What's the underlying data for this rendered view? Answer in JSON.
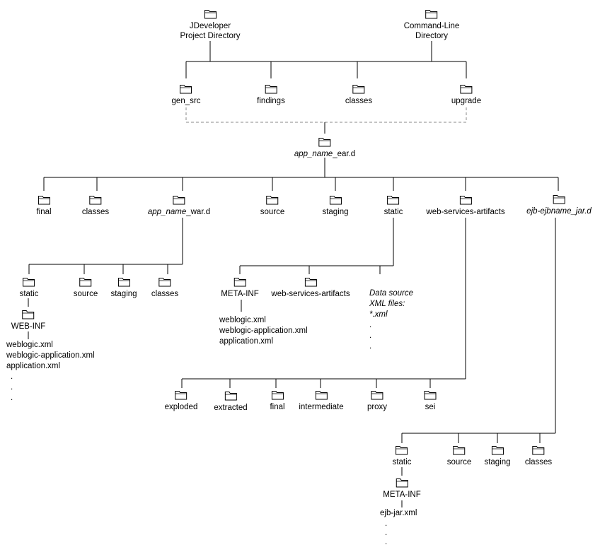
{
  "top": {
    "jdev": {
      "line1": "JDeveloper",
      "line2": "Project Directory"
    },
    "cmd": {
      "line1": "Command-Line",
      "line2": "Directory"
    }
  },
  "level2": {
    "gen_src": "gen_src",
    "findings": "findings",
    "classes": "classes",
    "upgrade": "upgrade"
  },
  "ear": {
    "italic": "app_name",
    "suffix": "_ear.d"
  },
  "ear_children": {
    "final": "final",
    "classes": "classes",
    "war_italic": "app_name",
    "war_suffix": "_war.d",
    "source": "source",
    "staging": "staging",
    "static": "static",
    "wsa": "web-services-artifacts",
    "ejb": "ejb-ejbname_jar.d"
  },
  "war_children": {
    "static": "static",
    "source": "source",
    "staging": "staging",
    "classes": "classes",
    "webinf": "WEB-INF"
  },
  "war_files": [
    "weblogic.xml",
    "weblogic-application.xml",
    "application.xml",
    ".",
    ".",
    "."
  ],
  "static_children": {
    "metainf": "META-INF",
    "wsa": "web-services-artifacts"
  },
  "static_files": [
    "weblogic.xml",
    "weblogic-application.xml",
    "application.xml"
  ],
  "datasource": [
    "Data source",
    "XML files:",
    "*.xml",
    ".",
    ".",
    "."
  ],
  "wsa_children": {
    "exploded": "exploded",
    "extracted": "extracted",
    "final": "final",
    "intermediate": "intermediate",
    "proxy": "proxy",
    "sei": "sei"
  },
  "ejb_children": {
    "static": "static",
    "source": "source",
    "staging": "staging",
    "classes": "classes",
    "metainf": "META-INF"
  },
  "ejb_files": [
    "ejb-jar.xml",
    ".",
    ".",
    "."
  ]
}
